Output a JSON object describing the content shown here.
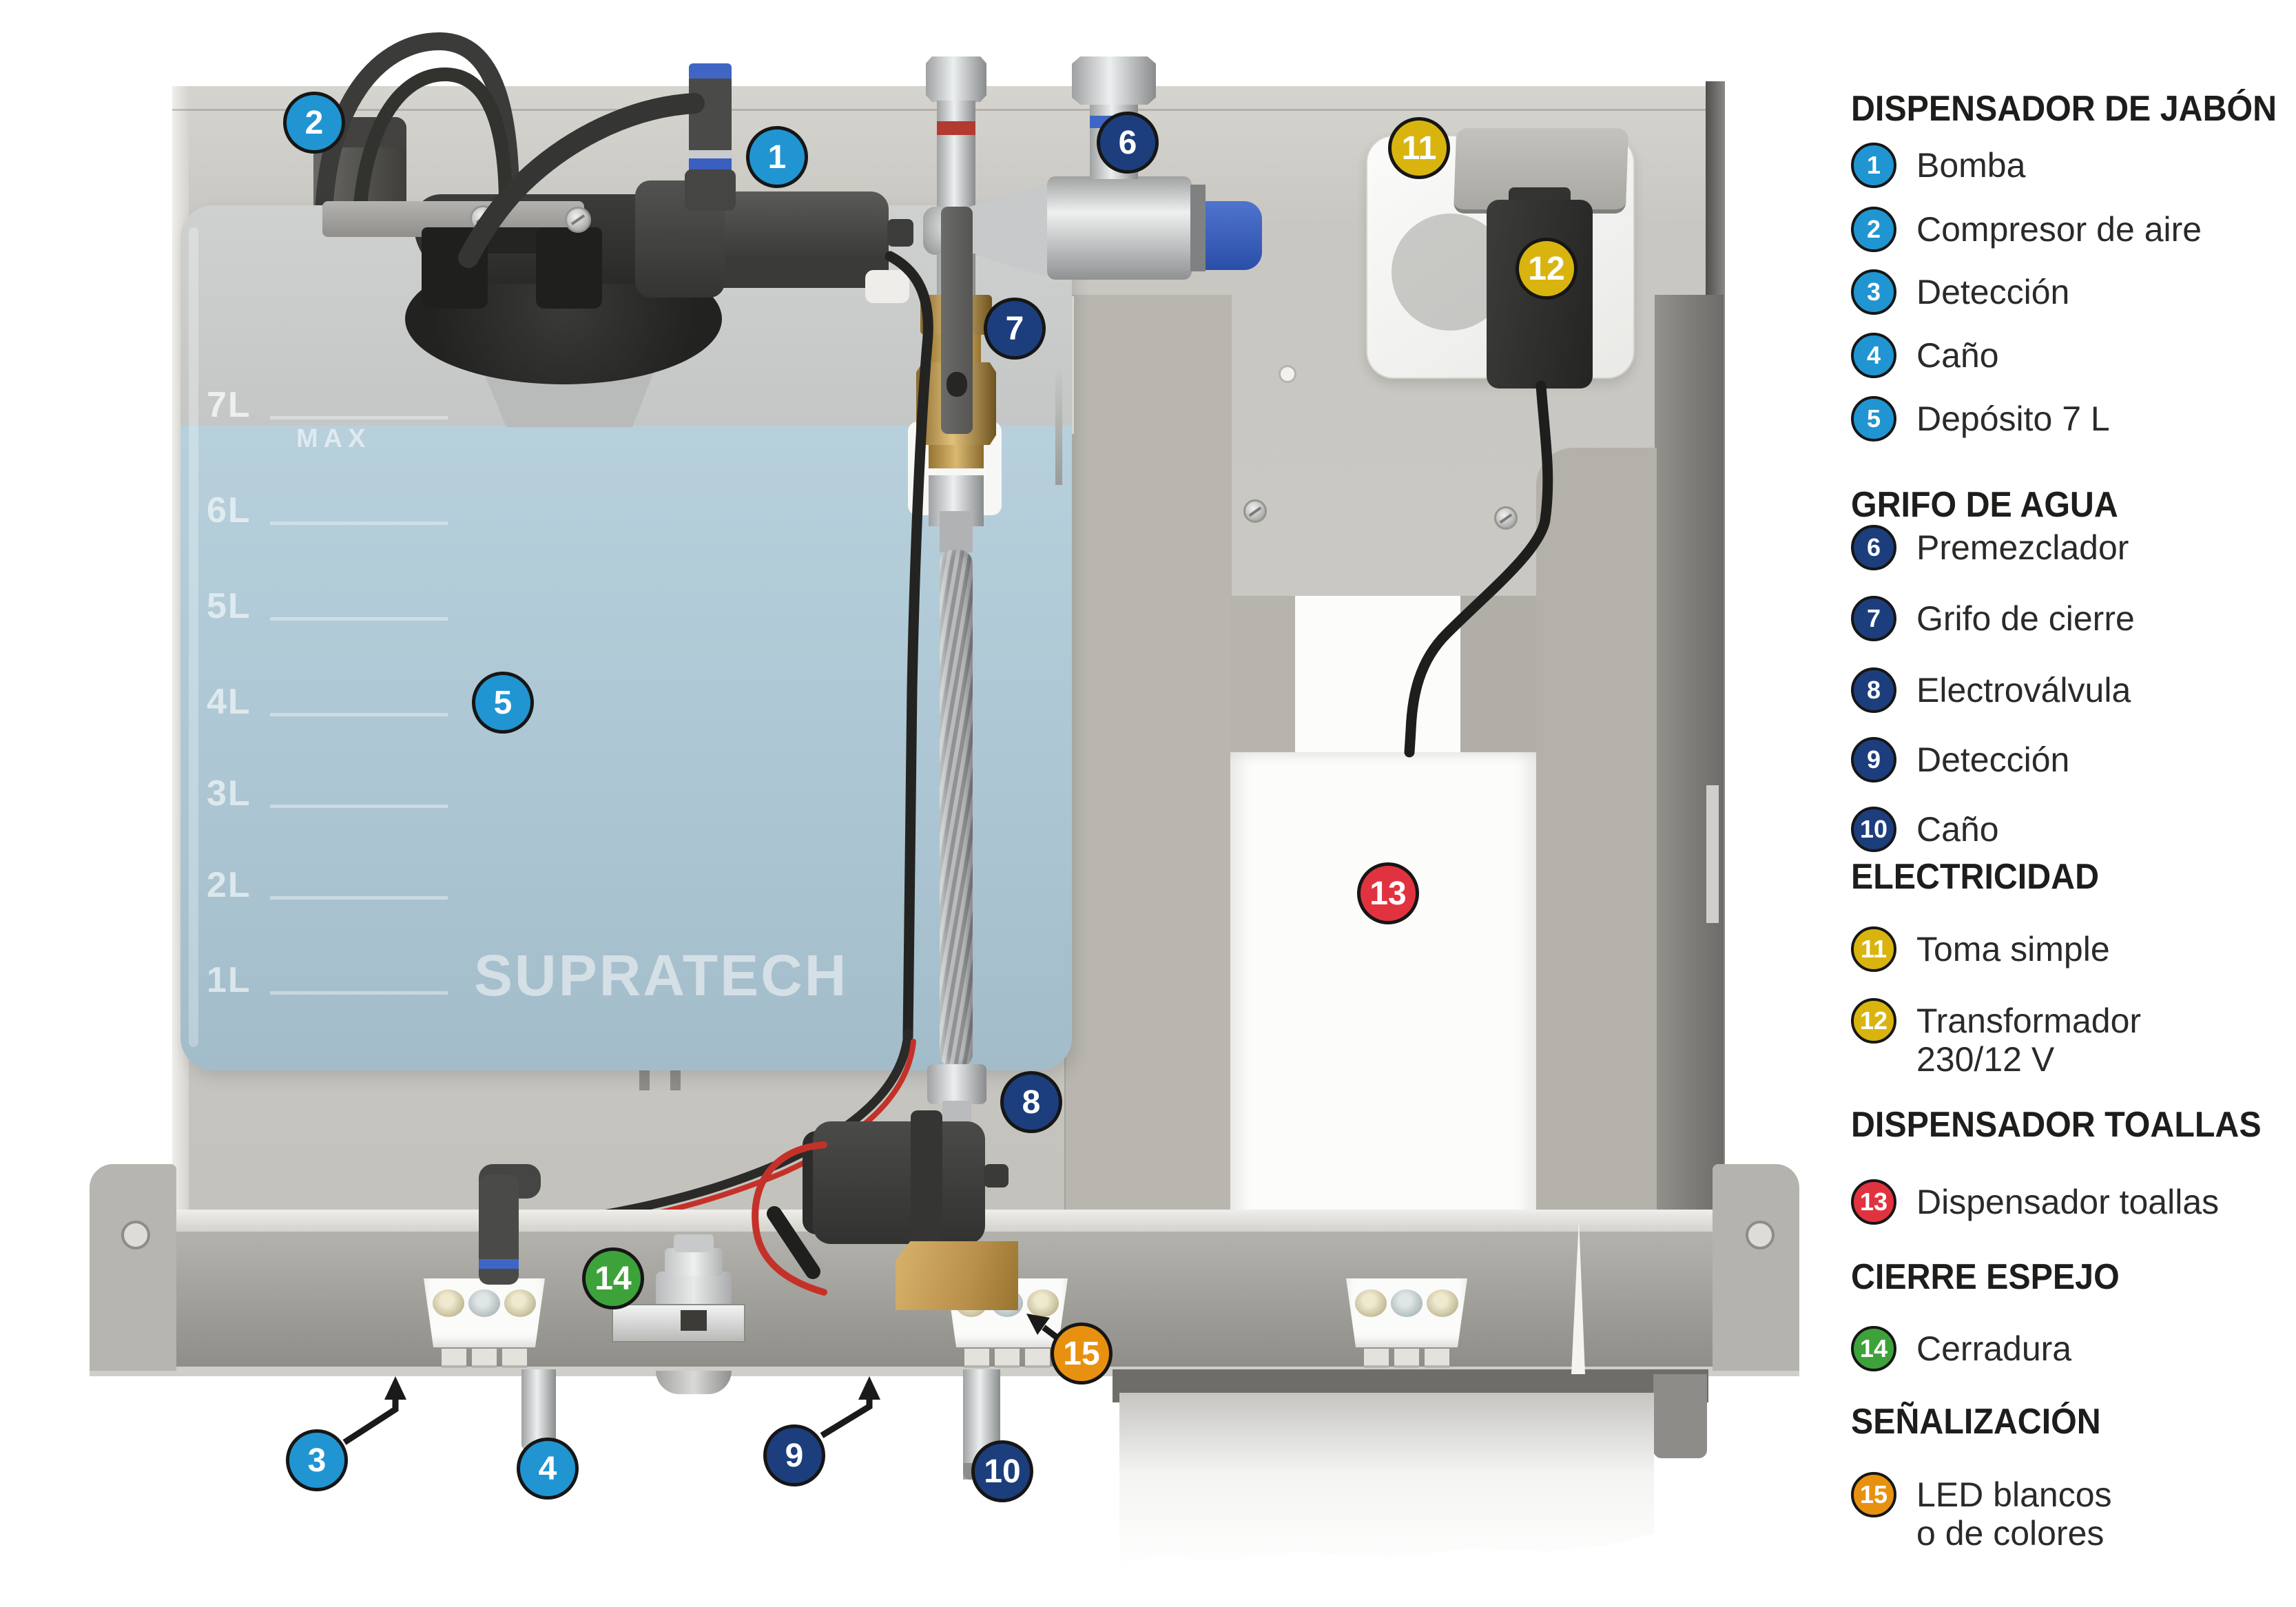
{
  "legend": {
    "sections": [
      {
        "title": "DISPENSADOR DE JABÓN",
        "items": [
          {
            "num": "1",
            "label": "Bomba"
          },
          {
            "num": "2",
            "label": "Compresor de aire"
          },
          {
            "num": "3",
            "label": "Detección"
          },
          {
            "num": "4",
            "label": "Caño"
          },
          {
            "num": "5",
            "label": "Depósito 7 L"
          }
        ]
      },
      {
        "title": "GRIFO DE AGUA",
        "items": [
          {
            "num": "6",
            "label": "Premezclador"
          },
          {
            "num": "7",
            "label": "Grifo de cierre"
          },
          {
            "num": "8",
            "label": "Electroválvula"
          },
          {
            "num": "9",
            "label": "Detección"
          },
          {
            "num": "10",
            "label": "Caño"
          }
        ]
      },
      {
        "title": "ELECTRICIDAD",
        "items": [
          {
            "num": "11",
            "label": "Toma simple"
          },
          {
            "num": "12",
            "label": "Transformador",
            "label2": "230/12 V"
          }
        ]
      },
      {
        "title": "DISPENSADOR TOALLAS",
        "items": [
          {
            "num": "13",
            "label": "Dispensador toallas"
          }
        ]
      },
      {
        "title": "CIERRE ESPEJO",
        "items": [
          {
            "num": "14",
            "label": "Cerradura"
          }
        ]
      },
      {
        "title": "SEÑALIZACIÓN",
        "items": [
          {
            "num": "15",
            "label": "LED blancos",
            "label2": "o de colores"
          }
        ]
      }
    ]
  },
  "figure": {
    "badges": [
      {
        "num": "1"
      },
      {
        "num": "2"
      },
      {
        "num": "3"
      },
      {
        "num": "4"
      },
      {
        "num": "5"
      },
      {
        "num": "6"
      },
      {
        "num": "7"
      },
      {
        "num": "8"
      },
      {
        "num": "9"
      },
      {
        "num": "10"
      },
      {
        "num": "11"
      },
      {
        "num": "12"
      },
      {
        "num": "13"
      },
      {
        "num": "14"
      },
      {
        "num": "15"
      }
    ],
    "tank": {
      "scale_labels": [
        "7L",
        "6L",
        "5L",
        "4L",
        "3L",
        "2L",
        "1L"
      ],
      "max_label": "MAX",
      "brand": "SUPRATECH"
    }
  },
  "colors": {
    "soap_dispenser": "#2095d2",
    "water_tap": "#1d3e7c",
    "electricity": "#d9b40f",
    "towel_dispenser": "#e1333f",
    "mirror_lock": "#3ea23a",
    "signaling": "#e89110"
  }
}
